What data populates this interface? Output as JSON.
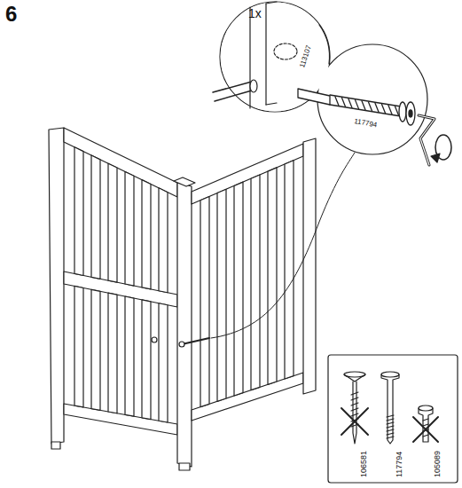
{
  "diagram": {
    "labels": [
      "6",
      "1x",
      "113107",
      "117794",
      "106581",
      "117794",
      "105089"
    ]
  }
}
